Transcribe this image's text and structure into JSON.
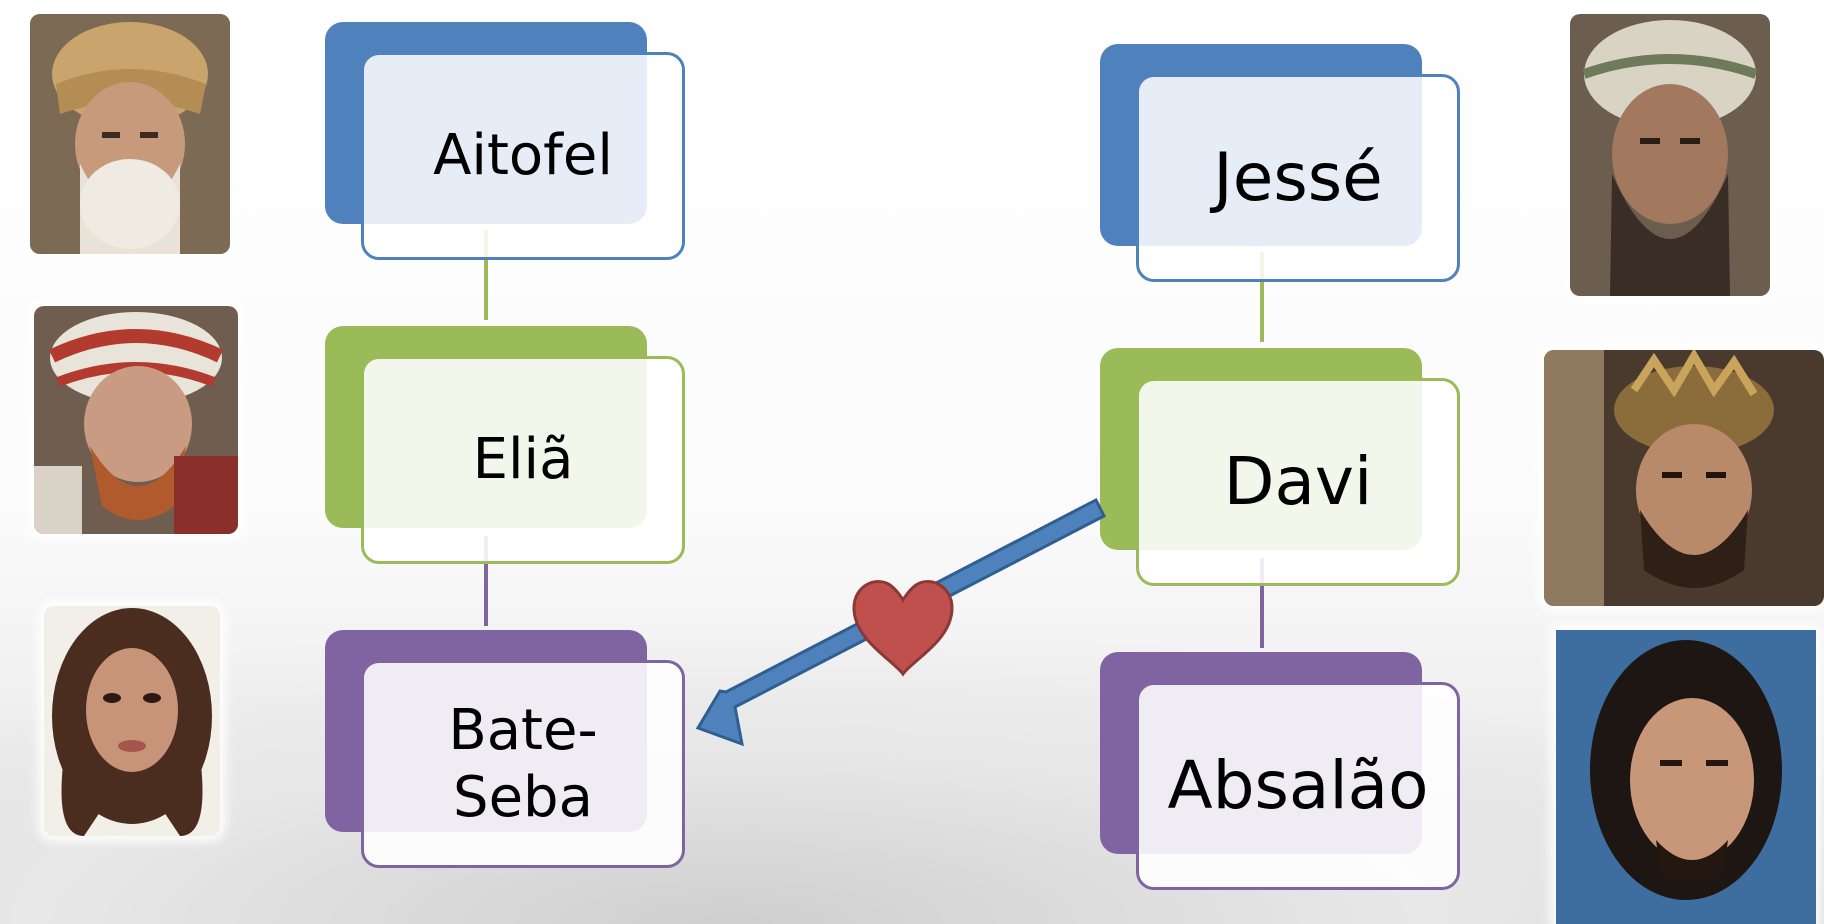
{
  "diagram": {
    "left_chain": [
      {
        "name": "Aitofel",
        "color": "#4f81bd"
      },
      {
        "name": "Eliã",
        "color": "#9bbb59"
      },
      {
        "name": "Bate-\nSeba",
        "color": "#8064a2"
      }
    ],
    "right_chain": [
      {
        "name": "Jessé",
        "color": "#4f81bd"
      },
      {
        "name": "Davi",
        "color": "#9bbb59"
      },
      {
        "name": "Absalão",
        "color": "#8064a2"
      }
    ],
    "relation": {
      "from": "Davi",
      "to": "Bate-\nSeba",
      "symbol": "heart-icon",
      "arrow_color": "#4f81bd",
      "heart_color": "#c0504d"
    }
  },
  "portraits": {
    "left": [
      "portrait-aitofel",
      "portrait-elia",
      "portrait-bate-seba"
    ],
    "right": [
      "portrait-jesse",
      "portrait-davi",
      "portrait-absalao"
    ]
  }
}
